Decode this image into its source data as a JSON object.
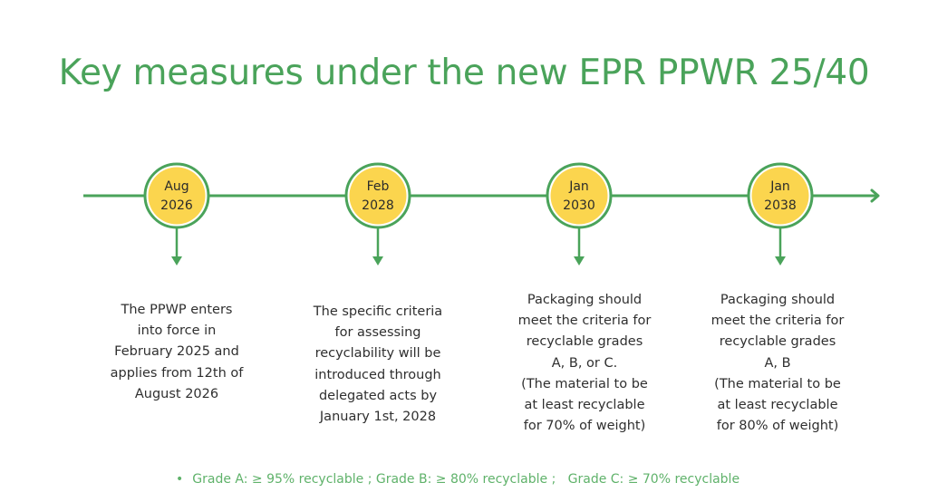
{
  "title": "Key measures under the new EPR PPWR 25/40",
  "colors": {
    "accent_green": "#4aa35a",
    "circle_fill": "#fbd54e",
    "text_dark": "#2f2f2f",
    "footnote_green": "#5fb26a"
  },
  "timeline": {
    "direction_icon": "arrow-right-icon",
    "milestones": [
      {
        "month": "Aug",
        "year": "2026",
        "description": [
          "The PPWP enters",
          "into force in",
          "February 2025 and",
          "applies from 12th of",
          "August 2026"
        ]
      },
      {
        "month": "Feb",
        "year": "2028",
        "description": [
          "The specific criteria",
          "for assessing",
          "recyclability will be",
          "introduced through",
          "delegated acts by",
          "January 1st, 2028"
        ]
      },
      {
        "month": "Jan",
        "year": "2030",
        "description": [
          "Packaging should",
          "meet the criteria for",
          "recyclable grades",
          "A, B, or C.",
          "(The material to be",
          "at least recyclable",
          "for 70% of weight)"
        ]
      },
      {
        "month": "Jan",
        "year": "2038",
        "description": [
          "Packaging should",
          "meet the criteria for",
          "recyclable grades",
          "A, B",
          "(The material to be",
          "at least recyclable",
          "for 80% of weight)"
        ]
      }
    ]
  },
  "footnote": {
    "bullet": "•",
    "text": "Grade A: ≥ 95% recyclable ; Grade B: ≥ 80% recyclable ;   Grade C: ≥ 70% recyclable"
  }
}
